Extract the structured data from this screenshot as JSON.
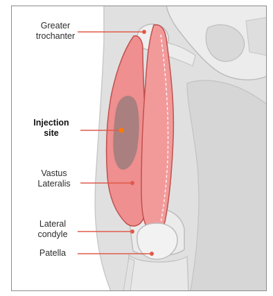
{
  "labels": {
    "greater_trochanter": [
      "Greater",
      "trochanter"
    ],
    "injection_site": [
      "Injection",
      "site"
    ],
    "vastus_lateralis": [
      "Vastus",
      "Lateralis"
    ],
    "lateral_condyle": [
      "Lateral",
      "condyle"
    ],
    "patella": "Patella"
  },
  "colors": {
    "skin": "#e2e2e2",
    "skin_dark": "#cfcfcf",
    "bone": "#ebebeb",
    "bone_outline": "#bdbdbd",
    "muscle": "#ee8a8a",
    "muscle_outline": "#c0504d",
    "injection_area": "#9c7d7d",
    "leader_line": "#e05a4a",
    "dot": "#ff7a00",
    "text": "#2b2b2b"
  }
}
